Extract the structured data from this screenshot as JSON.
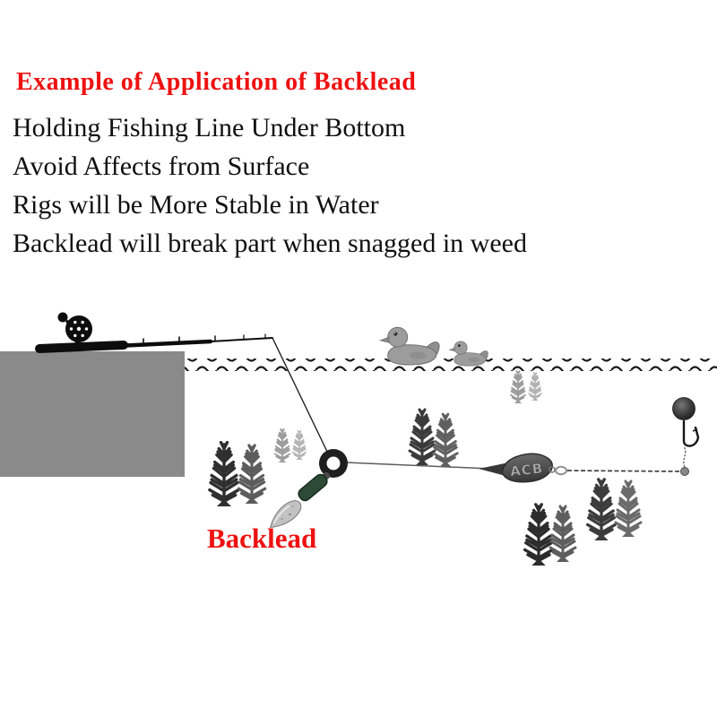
{
  "header": {
    "title": "Example of Application of Backlead",
    "title_color": "#ee1111",
    "lines": [
      "Holding Fishing Line Under Bottom",
      "Avoid Affects from Surface",
      "Rigs will be More Stable in Water",
      "Backlead will break part when snagged in weed"
    ]
  },
  "diagram": {
    "backlead_label": "Backlead",
    "lead_marking": "ACB",
    "colors": {
      "bank_gray": "#8a8a8a",
      "label_red": "#ee1111",
      "sleeve_green": "#2d4a36",
      "water_black": "#1a1a1a"
    },
    "icons": [
      "fishing-rod-icon",
      "reel-icon",
      "water-wave-icon",
      "duck-icon",
      "weed-icon",
      "backlead-ring-icon",
      "backlead-weight-icon",
      "inline-lead-icon",
      "hook-icon",
      "boilie-icon"
    ]
  }
}
